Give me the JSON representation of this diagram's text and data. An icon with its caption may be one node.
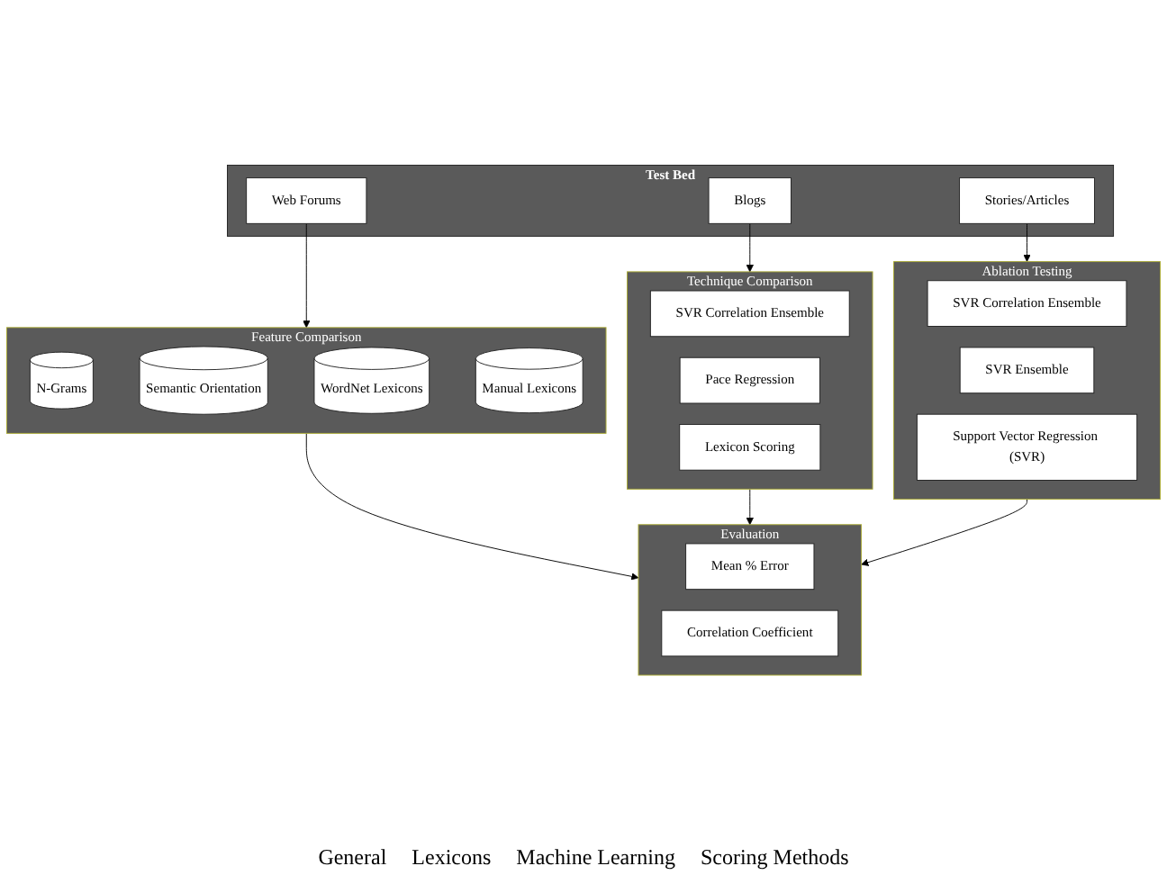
{
  "diagram": {
    "nodes": [
      {
        "text": [
          "Test Bed"
        ]
      },
      {
        "text": [
          "Web Forums"
        ],
        "in": 0
      },
      {
        "text": [
          "Blogs"
        ],
        "in": 0
      },
      {
        "text": [
          "Stories/Articles"
        ],
        "in": 0
      },
      {
        "text": [
          "Feature Comparison"
        ]
      },
      {
        "text": [
          "N-Grams"
        ],
        "in": 4
      },
      {
        "text": [
          "Semantic Orientation"
        ],
        "in": 4
      },
      {
        "text": [
          "WordNet Lexicons"
        ],
        "in": 4
      },
      {
        "text": [
          "Manual Lexicons"
        ],
        "in": 4
      },
      {
        "text": [
          "Technique Comparison"
        ]
      },
      {
        "text": [
          "SVR Correlation Ensemble"
        ],
        "in": 9
      },
      {
        "text": [
          "Pace Regression"
        ],
        "in": 9
      },
      {
        "text": [
          "Lexicon Scoring"
        ],
        "in": 9
      },
      {
        "text": [
          "Ablation Testing"
        ]
      },
      {
        "text": [
          "SVR Correlation Ensemble"
        ],
        "in": 13
      },
      {
        "text": [
          "SVR Ensemble"
        ],
        "in": 13
      },
      {
        "text": [
          "Support Vector Regression (SVR)"
        ],
        "in": 13
      },
      {
        "text": [
          "Evaluation"
        ]
      },
      {
        "text": [
          "Mean % Error"
        ],
        "in": 17
      },
      {
        "text": [
          "Correlation Coefficient"
        ],
        "in": 17
      }
    ],
    "edges": [
      {
        "from": 1,
        "to": 4,
        "arrow": "to"
      },
      {
        "from": 2,
        "to": 9,
        "arrow": "to"
      },
      {
        "from": 3,
        "to": 13,
        "arrow": "to"
      },
      {
        "from": 4,
        "to": 17,
        "arrow": "to"
      },
      {
        "from": 9,
        "to": 17,
        "arrow": "to"
      },
      {
        "from": 13,
        "to": 17,
        "arrow": "to"
      }
    ],
    "labels": [
      "General",
      "Lexicons",
      "Machine Learning",
      "Scoring Methods"
    ]
  }
}
